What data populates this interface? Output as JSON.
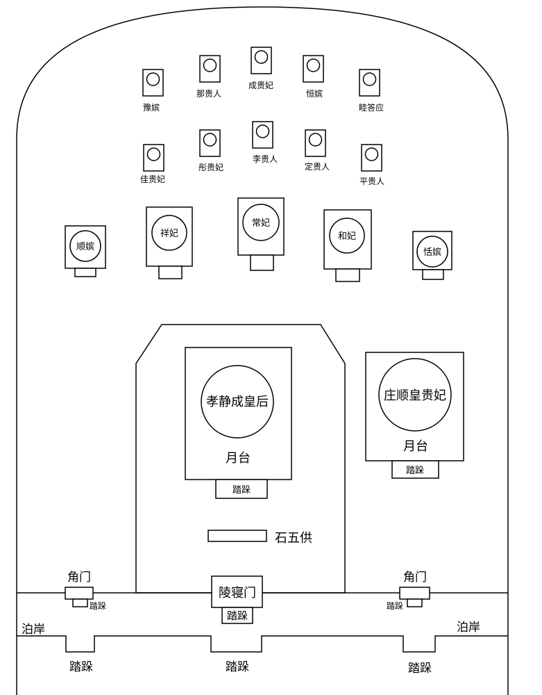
{
  "tombs_small": [
    {
      "id": "yu-pin",
      "name": "豫嫔"
    },
    {
      "id": "na-guiren",
      "name": "那贵人"
    },
    {
      "id": "cheng-guifei",
      "name": "成贵妃"
    },
    {
      "id": "heng-pin",
      "name": "恒嫔"
    },
    {
      "id": "sui-daying",
      "name": "睦答应"
    },
    {
      "id": "jia-guifei",
      "name": "佳贵妃"
    },
    {
      "id": "tong-guifei",
      "name": "彤贵妃"
    },
    {
      "id": "li-guiren",
      "name": "李贵人"
    },
    {
      "id": "ding-guiren",
      "name": "定贵人"
    },
    {
      "id": "ping-guiren",
      "name": "平贵人"
    }
  ],
  "tombs_medium": [
    {
      "id": "shun-pin",
      "name": "顺嫔"
    },
    {
      "id": "xiang-fei",
      "name": "祥妃"
    },
    {
      "id": "chang-fei",
      "name": "常妃"
    },
    {
      "id": "he-fei",
      "name": "和妃"
    },
    {
      "id": "tian-pin",
      "name": "恬嫔"
    }
  ],
  "main_tomb": {
    "name": "孝静成皇后",
    "yuetai": "月台",
    "steps": "踏跺"
  },
  "side_tomb": {
    "name": "庄顺皇贵妃",
    "yuetai": "月台",
    "steps": "踏跺"
  },
  "stone_offerings": "石五供",
  "gate": {
    "name": "陵寝门",
    "steps": "踏跺"
  },
  "corner_gate_left": {
    "name": "角门",
    "steps": "踏跺"
  },
  "corner_gate_right": {
    "name": "角门",
    "steps": "踏跺"
  },
  "bank_left": "泊岸",
  "bank_right": "泊岸",
  "bottom_steps": [
    "踏跺",
    "踏跺",
    "踏跺"
  ]
}
